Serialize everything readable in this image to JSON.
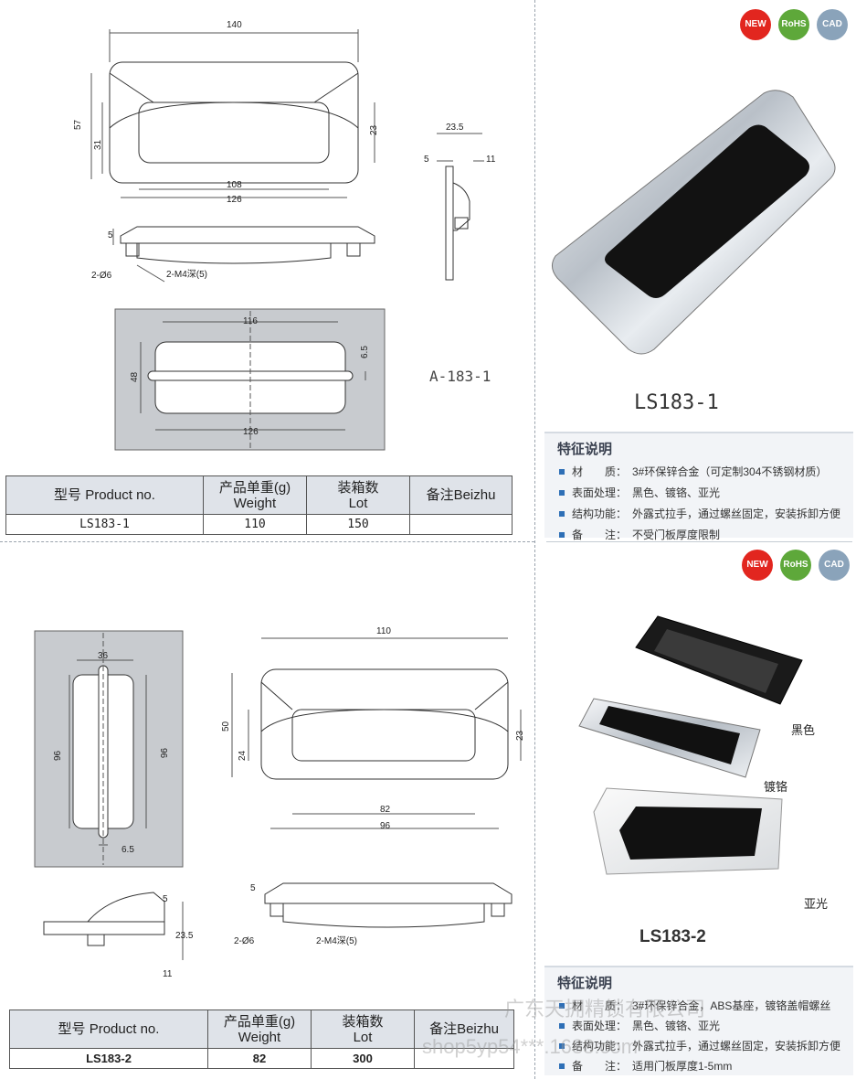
{
  "top": {
    "dims": {
      "w140": "140",
      "h57": "57",
      "h31": "31",
      "h23": "23",
      "w108": "108",
      "w126": "126",
      "h5": "5",
      "hole_dia": "2-Ø6",
      "thread": "2-M4深(5)",
      "side_w": "23.5",
      "side_a": "5",
      "side_b": "11",
      "cut_116": "116",
      "cut_48": "48",
      "cut_65": "6.5",
      "cut_126": "126"
    },
    "drawing_code": "A-183-1",
    "badges": {
      "new": "NEW",
      "rohs": "RoHS",
      "cad": "CAD"
    },
    "model_title": "LS183-1",
    "table": {
      "headers": [
        "型号 Product no.",
        "产品单重(g)\nWeight",
        "装箱数\nLot",
        "备注Beizhu"
      ],
      "h1": "型号 Product no.",
      "h2a": "产品单重(g)",
      "h2b": "Weight",
      "h3a": "装箱数",
      "h3b": "Lot",
      "h4": "备注Beizhu",
      "model": "LS183-1",
      "weight": "110",
      "lot": "150",
      "note": ""
    },
    "features": {
      "title": "特征说明",
      "items": [
        {
          "label": "材　　质：",
          "value": "3#环保锌合金（可定制304不锈钢材质）"
        },
        {
          "label": "表面处理：",
          "value": "黑色、镀铬、亚光"
        },
        {
          "label": "结构功能：",
          "value": "外露式拉手，通过螺丝固定，安装拆卸方便"
        },
        {
          "label": "备　　注：",
          "value": "不受门板厚度限制"
        }
      ]
    }
  },
  "bottom": {
    "dims": {
      "cut_36": "36",
      "cut_96a": "96",
      "cut_96b": "96",
      "cut_65": "6.5",
      "w110": "110",
      "h50": "50",
      "h24": "24",
      "h23": "23",
      "w82": "82",
      "w96": "96",
      "h5": "5",
      "hole_dia": "2-Ø6",
      "thread": "2-M4深(5)",
      "side_5": "5",
      "side_235": "23.5",
      "side_11": "11"
    },
    "badges": {
      "new": "NEW",
      "rohs": "RoHS",
      "cad": "CAD"
    },
    "finish_labels": {
      "black": "黑色",
      "chrome": "镀铬",
      "matte": "亚光"
    },
    "model_title": "LS183-2",
    "table": {
      "h1": "型号 Product no.",
      "h2a": "产品单重(g)",
      "h2b": "Weight",
      "h3a": "装箱数",
      "h3b": "Lot",
      "h4": "备注Beizhu",
      "model": "LS183-2",
      "weight": "82",
      "lot": "300",
      "note": ""
    },
    "features": {
      "title": "特征说明",
      "items": [
        {
          "label": "材　　质：",
          "value": "3#环保锌合金，ABS基座，镀铬盖帽螺丝"
        },
        {
          "label": "表面处理：",
          "value": "黑色、镀铬、亚光"
        },
        {
          "label": "结构功能：",
          "value": "外露式拉手，通过螺丝固定，安装拆卸方便"
        },
        {
          "label": "备　　注：",
          "value": "适用门板厚度1-5mm"
        }
      ]
    }
  },
  "watermark": {
    "line1": "广东天拥精锁有限公司",
    "line2": "shop5yp54***.1688.com"
  },
  "colors": {
    "accent": "#2e6fb6",
    "table_header": "#dfe3e9",
    "panel_gray": "#c8cbcf",
    "new_badge": "#e2261f",
    "rohs_badge": "#5ea83a",
    "cad_badge": "#8aa3ba"
  }
}
